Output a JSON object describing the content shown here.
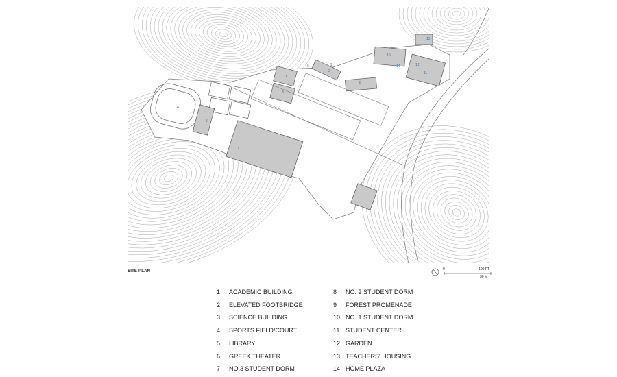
{
  "plan": {
    "caption": "SITE PLAN",
    "scale": {
      "zero": "0",
      "feet": "100 FT",
      "meters": "30 M"
    }
  },
  "legend": {
    "left": [
      {
        "num": "1",
        "label": "ACADEMIC BUILDING"
      },
      {
        "num": "2",
        "label": "ELEVATED FOOTBRIDGE"
      },
      {
        "num": "3",
        "label": "SCIENCE BUILDING"
      },
      {
        "num": "4",
        "label": "SPORTS FIELD/COURT"
      },
      {
        "num": "5",
        "label": "LIBRARY"
      },
      {
        "num": "6",
        "label": "GREEK THEATER"
      },
      {
        "num": "7",
        "label": "NO.3  STUDENT DORM"
      }
    ],
    "right": [
      {
        "num": "8",
        "label": "NO. 2 STUDENT DORM"
      },
      {
        "num": "9",
        "label": "FOREST PROMENADE"
      },
      {
        "num": "10",
        "label": "NO. 1 STUDENT DORM"
      },
      {
        "num": "11",
        "label": "STUDENT CENTER"
      },
      {
        "num": "12",
        "label": "GARDEN"
      },
      {
        "num": "13",
        "label": "TEACHERS' HOUSING"
      },
      {
        "num": "14",
        "label": "HOME PLAZA"
      }
    ]
  },
  "map_labels": [
    "1",
    "2",
    "3",
    "4",
    "5",
    "6",
    "7",
    "8",
    "9",
    "10",
    "11",
    "12",
    "13",
    "14"
  ],
  "colors": {
    "line": "#8a8a8a",
    "building": "#c9c9c9",
    "label": "#2b6fb5"
  }
}
